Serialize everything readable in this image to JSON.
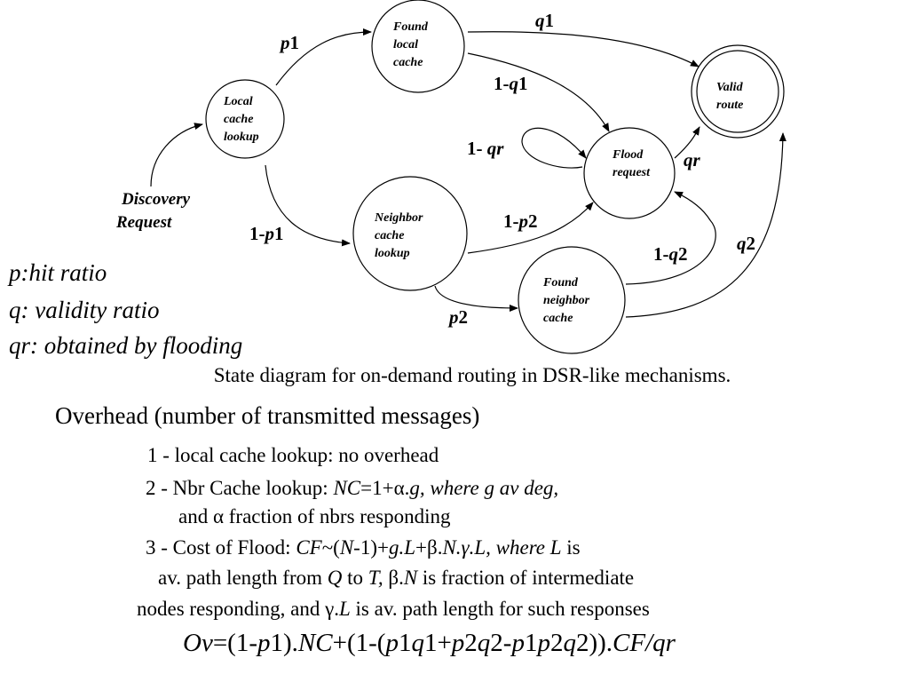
{
  "states": {
    "local_cache_lookup": [
      "Local",
      "cache",
      "lookup"
    ],
    "found_local_cache": [
      "Found",
      "local",
      "cache"
    ],
    "valid_route": [
      "Valid",
      "route"
    ],
    "flood_request": [
      "Flood",
      "request"
    ],
    "neighbor_cache_lookup": [
      "Neighbor",
      "cache",
      "lookup"
    ],
    "found_neighbor_cache": [
      "Found",
      "neighbor",
      "cache"
    ]
  },
  "discovery_request": [
    "Discovery",
    "Request"
  ],
  "edges": {
    "p1": {
      "var": "p",
      "num": "1"
    },
    "q1": {
      "var": "q",
      "num": "1"
    },
    "one_minus_q1": {
      "pre": "1-",
      "var": "q",
      "num": "1"
    },
    "one_minus_qr": {
      "pre": "1- ",
      "var": "qr"
    },
    "qr": {
      "var": "qr"
    },
    "one_minus_p1": {
      "pre": "1-",
      "var": "p",
      "num": "1"
    },
    "one_minus_p2": {
      "pre": "1-",
      "var": "p",
      "num": "2"
    },
    "one_minus_q2": {
      "pre": "1-",
      "var": "q",
      "num": "2"
    },
    "q2": {
      "var": "q",
      "num": "2"
    },
    "p2": {
      "var": "p",
      "num": "2"
    }
  },
  "legend": [
    "p:hit ratio",
    "q: validity ratio",
    "qr: obtained by flooding"
  ],
  "caption": "State diagram for on-demand routing in DSR-like mechanisms.",
  "overhead": {
    "heading": "Overhead (number of transmitted messages)",
    "item1": "1 - local cache lookup: no overhead",
    "item2": {
      "pre": "2 - Nbr Cache lookup: ",
      "nc": "NC",
      "eq": "=1+α.",
      "rest": "g, where g av deg,",
      "line2": "and α fraction of nbrs responding"
    },
    "item3": {
      "pre": "3 - Cost of Flood: ",
      "cf": "CF",
      "a": "~(",
      "n": "N",
      "b": "-1)+",
      "gl": "g.L",
      "c": "+β.",
      "ngl": "N.γ.L, where L",
      "d": " is",
      "line2_a": "av. path length from ",
      "Q": "Q",
      "line2_b": " to ",
      "T": "T,",
      "line2_c": " β.",
      "N2": "N",
      "line2_d": " is fraction of intermediate",
      "line3_a": "nodes responding, and γ.",
      "L": "L",
      "line3_b": " is av. path length for such responses"
    }
  },
  "formula": {
    "ov": "Ov",
    "t1": "=(1-",
    "p1": "p",
    "t2": "1).",
    "nc": "NC",
    "t3": "+(1-(",
    "p1b": "p",
    "t4": "1",
    "q1": "q",
    "t5": "1+",
    "p2": "p",
    "t6": "2",
    "q2": "q",
    "t7": "2-",
    "p1c": "p",
    "t8": "1",
    "p2b": "p",
    "t9": "2",
    "q2b": "q",
    "t10": "2)).",
    "cfqr": "CF/qr"
  }
}
